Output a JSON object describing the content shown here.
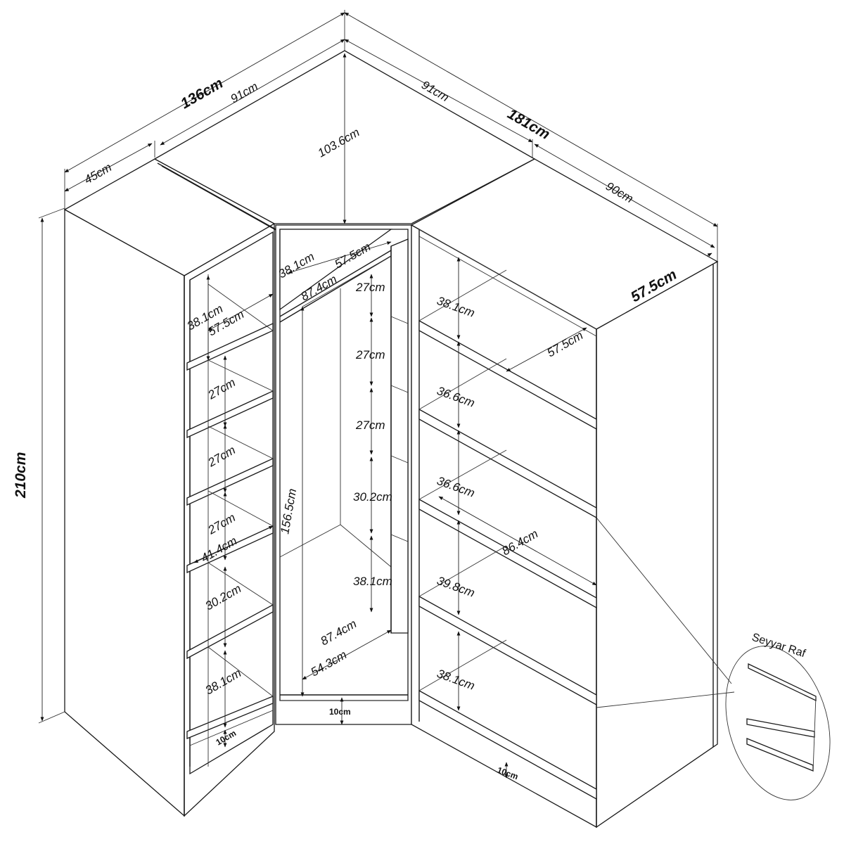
{
  "top_dims": {
    "total_left": "136cm",
    "total_right": "181cm",
    "left_depth": "45cm",
    "left_top": "91cm",
    "right_top": "91cm",
    "right_width": "90cm",
    "right_depth": "57.5cm",
    "corner_depth": "103.6cm",
    "height": "210cm"
  },
  "left_unit": {
    "shelf_1": "38.1cm",
    "shelf_1_depth": "57.5cm",
    "shelf_2": "27cm",
    "shelf_3": "27cm",
    "shelf_4": "27cm",
    "shelf_4_width": "41.4cm",
    "shelf_5": "30.2cm",
    "shelf_6": "38.1cm",
    "plinth": "10cm"
  },
  "corner_unit": {
    "top": "38.1cm",
    "top_depth": "57.5cm",
    "rail_width": "87.4cm",
    "hang_height": "156.5cm",
    "inner_1": "27cm",
    "inner_2": "27cm",
    "inner_3": "27cm",
    "inner_4": "30.2cm",
    "inner_5": "38.1cm",
    "bottom_width": "87.4cm",
    "bottom_depth": "54.3cm",
    "plinth": "10cm"
  },
  "right_unit": {
    "shelf_1": "38.1cm",
    "shelf_depth": "57.5cm",
    "shelf_2": "36.6cm",
    "shelf_3": "36.6cm",
    "shelf_width": "86.4cm",
    "shelf_4": "39.8cm",
    "shelf_5": "38.1cm",
    "plinth": "10cm"
  },
  "callout": {
    "title": "Seyyar Raf"
  }
}
